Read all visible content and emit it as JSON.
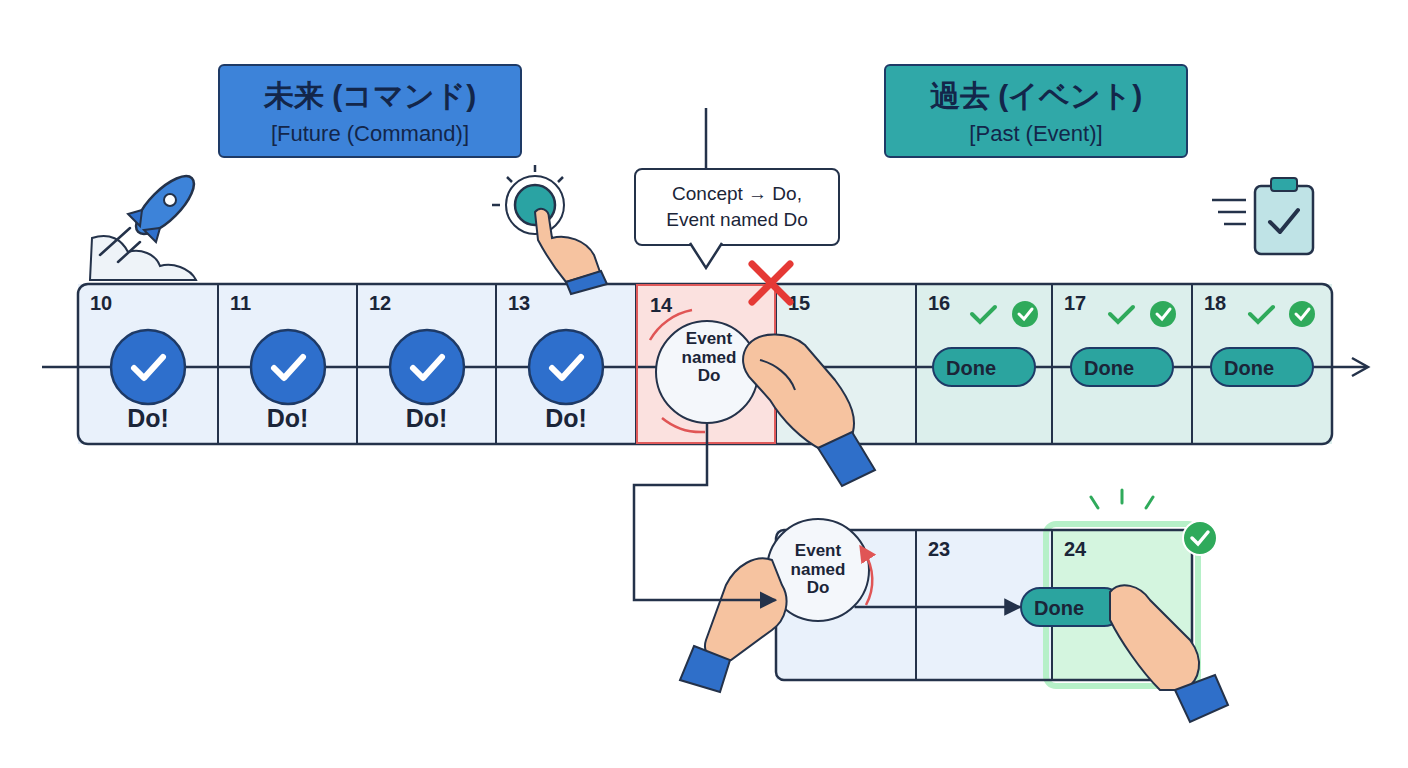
{
  "diagram": {
    "nodes": [
      {
        "text": [
          "未来 (コマンド)",
          "[Future (Command)]"
        ]
      },
      {
        "text": [
          "過去 (イベント)",
          "[Past (Event)]"
        ]
      },
      {
        "text": [
          "Concept → Do, Event named Do"
        ]
      },
      {
        "text": [
          "10",
          "Do!"
        ]
      },
      {
        "text": [
          "11",
          "Do!"
        ]
      },
      {
        "text": [
          "12",
          "Do!"
        ]
      },
      {
        "text": [
          "13",
          "Do!"
        ]
      },
      {
        "text": [
          "14"
        ]
      },
      {
        "text": [
          "Event named Do"
        ],
        "in": 7
      },
      {
        "text": [
          "15"
        ]
      },
      {
        "text": [
          "16"
        ]
      },
      {
        "text": [
          "Done"
        ],
        "in": 10
      },
      {
        "text": [
          "17"
        ]
      },
      {
        "text": [
          "Done"
        ],
        "in": 12
      },
      {
        "text": [
          "18"
        ]
      },
      {
        "text": [
          "Done"
        ],
        "in": 14
      },
      {
        "text": [
          "Event named Do"
        ]
      },
      {
        "text": [
          "23"
        ]
      },
      {
        "text": [
          "24"
        ]
      },
      {
        "text": [
          "Done"
        ],
        "in": 18
      }
    ],
    "edges": [
      {
        "from": 8,
        "to": 16,
        "arrow": "to"
      },
      {
        "from": 16,
        "to": 19,
        "arrow": "to"
      }
    ]
  }
}
